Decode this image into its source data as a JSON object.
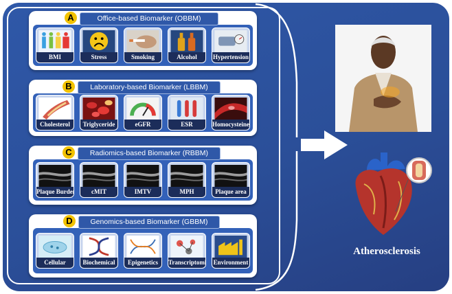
{
  "colors": {
    "background": "#2b4f99",
    "panel_inner": "#3361b8",
    "badge": "#f2c200",
    "tile_label_bg": "#1c2d5a"
  },
  "panels": [
    {
      "badge": "A",
      "title": "Office-based Biomarker (OBBM)",
      "items": [
        {
          "label": "BMI",
          "icon": "body-figures-icon"
        },
        {
          "label": "Stress",
          "icon": "sad-face-icon"
        },
        {
          "label": "Smoking",
          "icon": "cigarette-icon"
        },
        {
          "label": "Alcohol",
          "icon": "bottles-icon"
        },
        {
          "label": "Hypertension",
          "icon": "blood-pressure-icon"
        }
      ]
    },
    {
      "badge": "B",
      "title": "Laboratory-based Biomarker (LBBM)",
      "items": [
        {
          "label": "Cholesterol",
          "icon": "artery-plaque-icon"
        },
        {
          "label": "Triglyceride",
          "icon": "blood-cells-icon"
        },
        {
          "label": "eGFR",
          "icon": "gauge-icon"
        },
        {
          "label": "ESR",
          "icon": "test-tubes-icon"
        },
        {
          "label": "Homocysteine",
          "icon": "blood-vessel-icon"
        }
      ]
    },
    {
      "badge": "C",
      "title": "Radiomics-based Biomarker (RBBM)",
      "items": [
        {
          "label": "Plaque Burden",
          "icon": "ultrasound-icon"
        },
        {
          "label": "cMIT",
          "icon": "ultrasound-icon"
        },
        {
          "label": "IMTV",
          "icon": "ultrasound-icon"
        },
        {
          "label": "MPH",
          "icon": "ultrasound-icon"
        },
        {
          "label": "Plaque area",
          "icon": "ultrasound-icon"
        }
      ]
    },
    {
      "badge": "D",
      "title": "Genomics-based Biomarker (GBBM)",
      "items": [
        {
          "label": "Cellular",
          "icon": "cell-dish-icon"
        },
        {
          "label": "Biochemical",
          "icon": "dna-icon"
        },
        {
          "label": "Epigenetics",
          "icon": "dna-strand-icon"
        },
        {
          "label": "Transcriptomics",
          "icon": "molecule-icon"
        },
        {
          "label": "Environment",
          "icon": "factory-icon"
        }
      ]
    }
  ],
  "outcome": {
    "label": "Atherosclerosis",
    "person_icon": "chest-pain-person-icon",
    "heart_icon": "heart-icon"
  }
}
